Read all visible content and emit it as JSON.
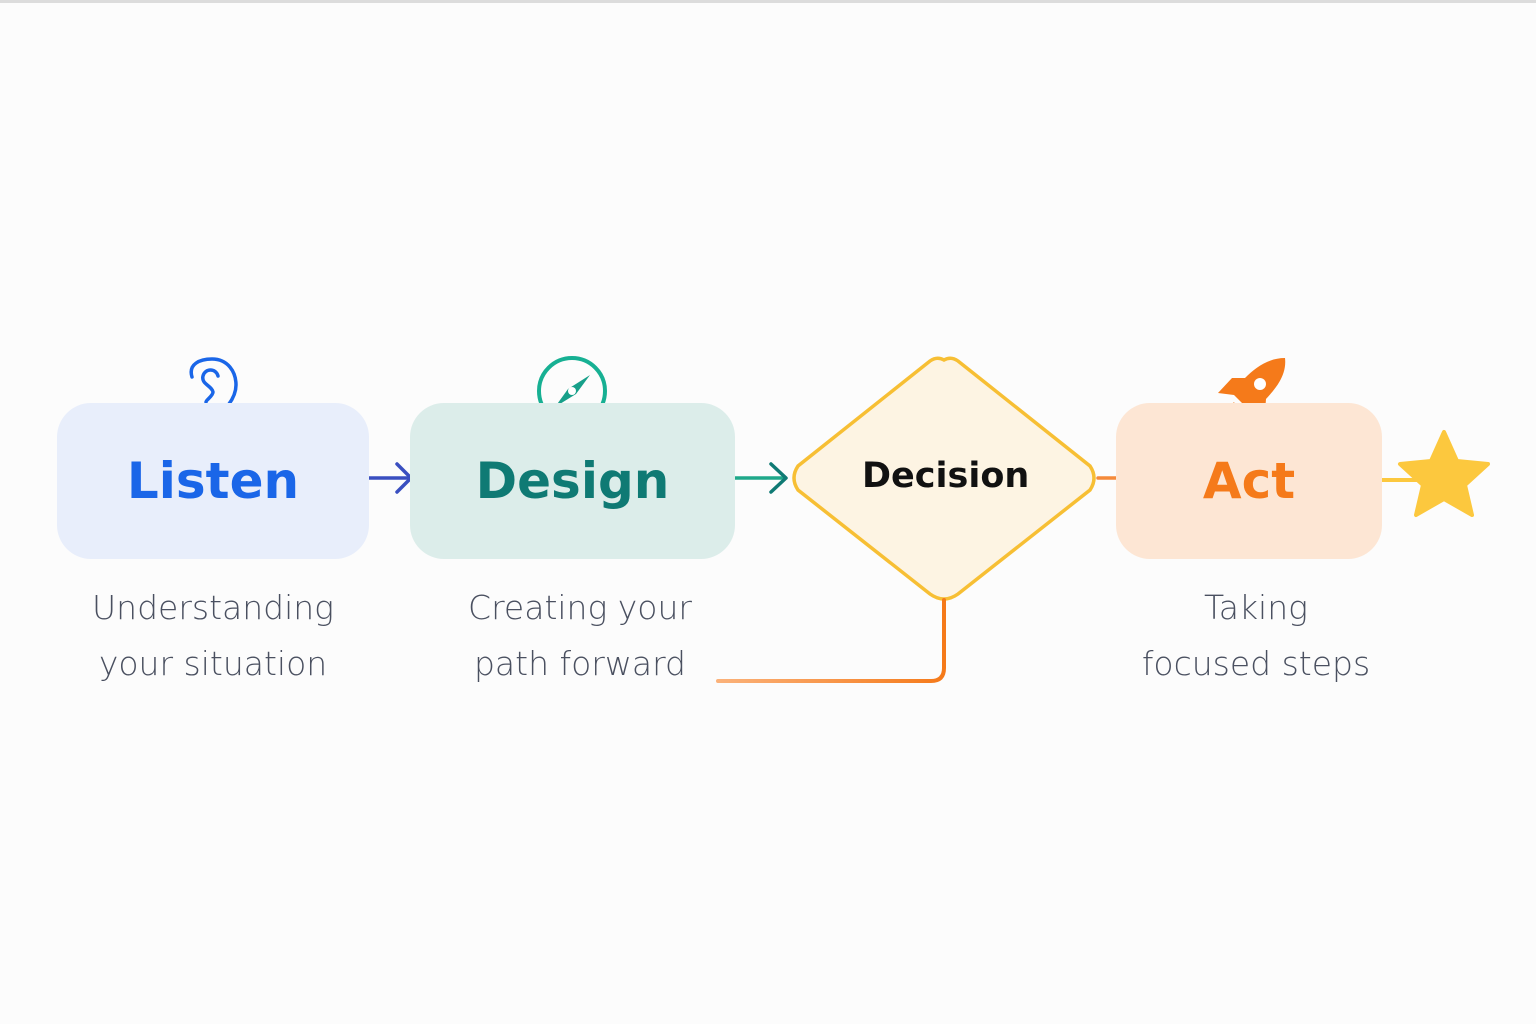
{
  "steps": [
    {
      "label": "Listen",
      "description_line1": "Understanding",
      "description_line2": "your situation",
      "icon": "ear-icon",
      "color": "#1a66e8",
      "bg": "#e8eefb"
    },
    {
      "label": "Design",
      "description_line1": "Creating your",
      "description_line2": "path forward",
      "icon": "compass-icon",
      "color": "#0f7a74",
      "bg": "#dcedea"
    },
    {
      "label": "Decision",
      "icon": null,
      "color": "#f7bf34",
      "bg": "#fdf4e3"
    },
    {
      "label": "Act",
      "description_line1": "Taking",
      "description_line2": "focused steps",
      "icon": "rocket-icon",
      "color": "#f57a1a",
      "bg": "#fde6d4"
    }
  ],
  "end_icon": "star-icon",
  "colors": {
    "arrow1": "#3a4fc0",
    "arrow2": "#1fa88a",
    "arrow3": "#f58a3a",
    "loop": "#f57a1a",
    "star": "#fcc83e"
  }
}
